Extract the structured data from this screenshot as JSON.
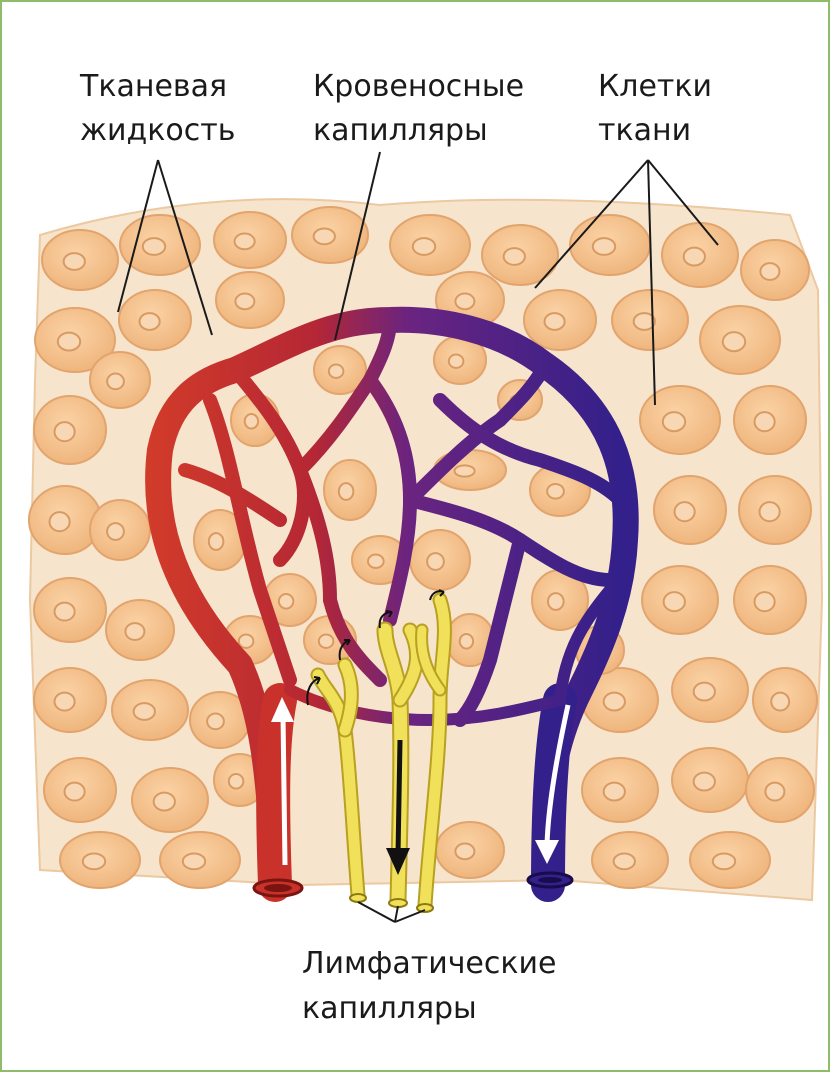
{
  "labels": {
    "tissue_fluid": [
      "Тканевая",
      "жидкость"
    ],
    "blood_capillaries": [
      "Кровеносные",
      "капилляры"
    ],
    "tissue_cells": [
      "Клетки",
      "ткани"
    ],
    "lymph_capillaries": [
      "Лимфатические",
      "капилляры"
    ]
  },
  "colors": {
    "frame": "#8fbc6a",
    "cell_fill": "#f3c08d",
    "cell_edge": "#e2a46c",
    "fluid": "#f7e4cc",
    "artery": "#c8322a",
    "vein": "#3a1f86",
    "lymph": "#f0e05a",
    "leader": "#1a1a1a"
  }
}
